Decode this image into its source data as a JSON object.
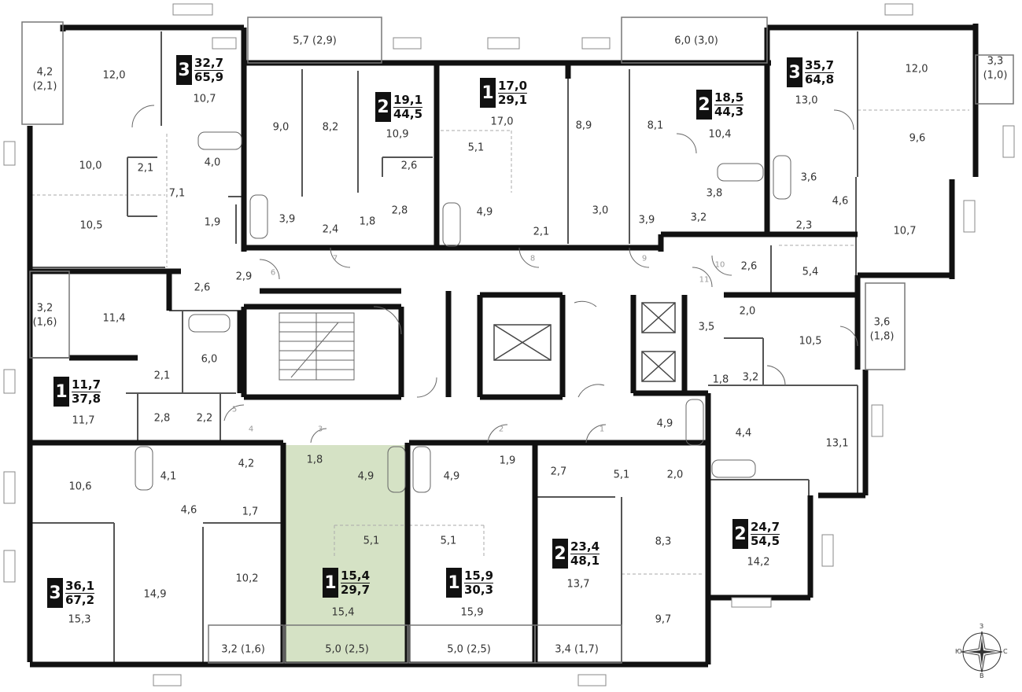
{
  "colors": {
    "wall": "#111111",
    "thin_wall": "#555555",
    "highlight": "#d5e2c5",
    "background": "#ffffff"
  },
  "apartments": [
    {
      "rooms": "3",
      "living": "32,7",
      "total": "65,9"
    },
    {
      "rooms": "2",
      "living": "19,1",
      "total": "44,5"
    },
    {
      "rooms": "1",
      "living": "17,0",
      "total": "29,1"
    },
    {
      "rooms": "2",
      "living": "18,5",
      "total": "44,3"
    },
    {
      "rooms": "3",
      "living": "35,7",
      "total": "64,8"
    },
    {
      "rooms": "1",
      "living": "11,7",
      "total": "37,8"
    },
    {
      "rooms": "3",
      "living": "36,1",
      "total": "67,2"
    },
    {
      "rooms": "1",
      "living": "15,4",
      "total": "29,7"
    },
    {
      "rooms": "1",
      "living": "15,9",
      "total": "30,3"
    },
    {
      "rooms": "2",
      "living": "23,4",
      "total": "48,1"
    },
    {
      "rooms": "2",
      "living": "24,7",
      "total": "54,5"
    }
  ],
  "room_areas": [
    "4,2",
    "(2,1)",
    "12,0",
    "10,7",
    "5,7 (2,9)",
    "9,0",
    "8,2",
    "10,9",
    "17,0",
    "5,1",
    "2,6",
    "6,0 (3,0)",
    "8,9",
    "8,1",
    "10,4",
    "13,0",
    "12,0",
    "3,3",
    "(1,0)",
    "9,6",
    "10,0",
    "2,1",
    "7,1",
    "4,0",
    "10,5",
    "1,9",
    "3,9",
    "2,4",
    "1,8",
    "2,8",
    "4,9",
    "2,1",
    "3,0",
    "3,9",
    "3,8",
    "3,2",
    "3,6",
    "4,6",
    "2,3",
    "10,7",
    "2,6",
    "2,9",
    "3,2",
    "(1,6)",
    "11,4",
    "6,0",
    "2,6",
    "5,4",
    "2,0",
    "3,5",
    "3,6",
    "(1,8)",
    "10,5",
    "2,1",
    "11,7",
    "2,8",
    "2,2",
    "1,8",
    "3,2",
    "4,9",
    "4,4",
    "13,1",
    "10,6",
    "4,1",
    "4,2",
    "1,8",
    "4,9",
    "4,9",
    "1,9",
    "2,7",
    "5,1",
    "2,0",
    "4,6",
    "1,7",
    "5,1",
    "5,1",
    "8,3",
    "15,3",
    "14,9",
    "10,2",
    "15,4",
    "15,9",
    "13,7",
    "14,2",
    "9,7",
    "3,2 (1,6)",
    "5,0 (2,5)",
    "5,0 (2,5)",
    "3,4 (1,7)"
  ],
  "door_numbers": [
    "1",
    "2",
    "3",
    "4",
    "5",
    "6",
    "7",
    "8",
    "9",
    "10",
    "11"
  ],
  "compass": {
    "n": "З",
    "w": "Ю",
    "e": "С",
    "s": "В"
  },
  "icons": {
    "compass": "compass-rose-icon",
    "stair": "staircase-icon",
    "lift": "elevator-icon"
  }
}
